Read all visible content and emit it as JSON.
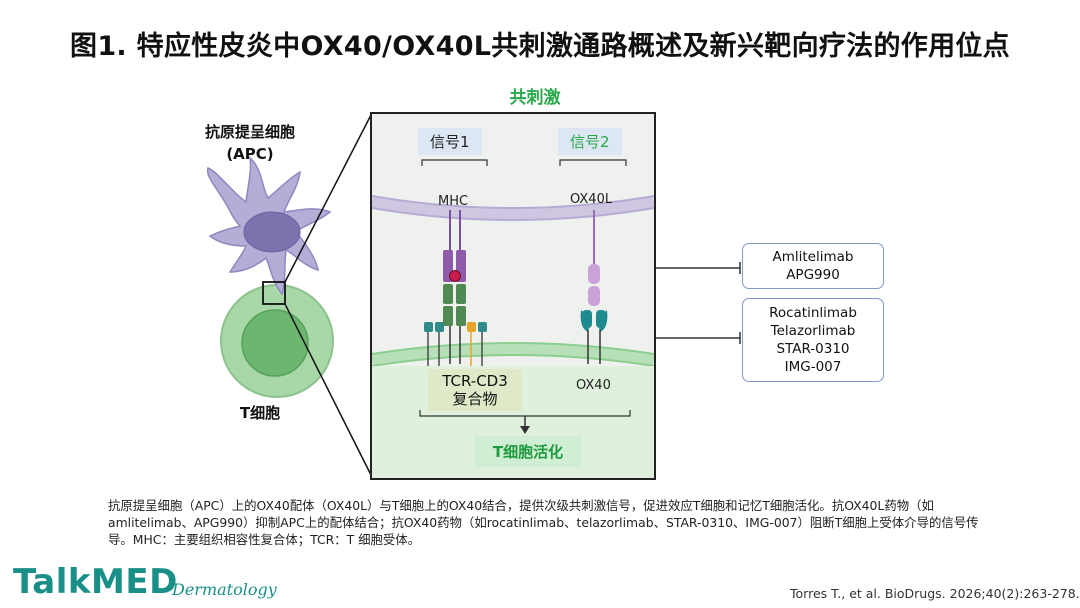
{
  "title": "图1. 特应性皮炎中OX40/OX40L共刺激通路概述及新兴靶向疗法的作用位点",
  "apc_label_line1": "抗原提呈细胞",
  "apc_label_line2": "(APC)",
  "tcell_label": "T细胞",
  "costimulation_label": "共刺激",
  "signal1_label": "信号1",
  "signal2_label": "信号2",
  "mhc_label": "MHC",
  "ox40l_label": "OX40L",
  "tcr_line1": "TCR-CD3",
  "tcr_line2": "复合物",
  "ox40_label": "OX40",
  "activation_label": "T细胞活化",
  "anti_ox40l_drugs": [
    "Amlitelimab",
    "APG990"
  ],
  "anti_ox40_drugs": [
    "Rocatinlimab",
    "Telazorlimab",
    "STAR-0310",
    "IMG-007"
  ],
  "caption": "抗原提呈细胞（APC）上的OX40配体（OX40L）与T细胞上的OX40结合，提供次级共刺激信号，促进效应T细胞和记忆T细胞活化。抗OX40L药物（如amlitelimab、APG990）抑制APC上的配体结合；抗OX40药物（如rocatinlimab、telazorlimab、STAR-0310、IMG-007）阻断T细胞上受体介导的信号传导。MHC：主要组织相容性复合体；TCR：T 细胞受体。",
  "brand_name": "TalkMED",
  "brand_sub": "Dermatology",
  "reference": "Torres T., et al. BioDrugs. 2026;40(2):263-278.",
  "colors": {
    "apc_cell": "#b3aed6",
    "apc_nucleus": "#7b72ae",
    "t_cell": "#a8d7a8",
    "t_nucleus": "#6bb76f",
    "green_accent": "#2aa84a",
    "brand": "#1a8f88"
  }
}
